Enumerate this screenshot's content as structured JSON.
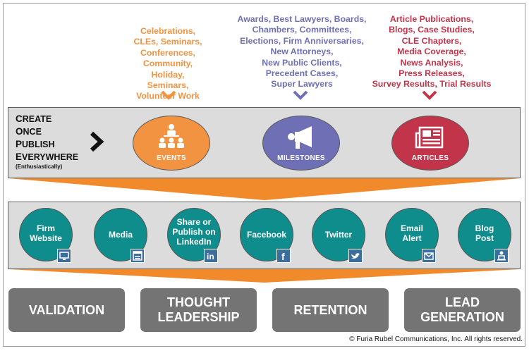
{
  "sources": {
    "events": "Celebrations,\nCLEs, Seminars,\nConferences,\nCommunity, Holiday,\nSeminars,\nVolunteer Work",
    "milestones": "Awards, Best Lawyers, Boards,\nChambers, Committees,\nElections, Firm Anniversaries,\nNew Attorneys,\nNew Public Clients,\nPrecedent Cases,\nSuper Lawyers",
    "articles": "Article Publications,\nBlogs, Case Studies,\nCLE Chapters,\nMedia Coverage,\nNews Analysis,\nPress Releases,\nSurvey Results, Trial Results"
  },
  "cope": {
    "line1_cap": "C",
    "line1_rest": "REATE",
    "line2_cap": "O",
    "line2_rest": "NCE",
    "line3_cap": "P",
    "line3_rest": "UBLISH",
    "line4_cap": "E",
    "line4_rest": "VERYWHERE",
    "sub": "(Enthusiastically)"
  },
  "hubs": {
    "events": "EVENTS",
    "milestones": "MILESTONES",
    "articles": "ARTICLES"
  },
  "channels": {
    "website": "Firm\nWebsite",
    "media": "Media",
    "linkedin": "Share or\nPublish on\nLinkedIn",
    "facebook": "Facebook",
    "twitter": "Twitter",
    "email": "Email\nAlert",
    "blog": "Blog\nPost"
  },
  "outcomes": {
    "validation": "VALIDATION",
    "thought": "THOUGHT\nLEADERSHIP",
    "retention": "RETENTION",
    "lead": "LEAD\nGENERATION"
  },
  "copyright": "© Furia Rubel Communications, Inc. All rights reserved.",
  "colors": {
    "events": "#f29341",
    "milestones": "#6e6fb5",
    "articles": "#c2344a",
    "channel": "#0f8c8c",
    "funnel": "#f08a2b",
    "outcome": "#747474"
  },
  "icons": {
    "events_icon": "presenter-audience-icon",
    "milestones_icon": "megaphone-icon",
    "articles_icon": "newspaper-icon",
    "website_badge": "monitor-icon",
    "media_badge": "browser-window-icon",
    "linkedin_badge": "linkedin-icon",
    "facebook_badge": "facebook-icon",
    "twitter_badge": "twitter-bird-icon",
    "email_badge": "envelope-icon",
    "blog_badge": "person-laptop-icon"
  }
}
